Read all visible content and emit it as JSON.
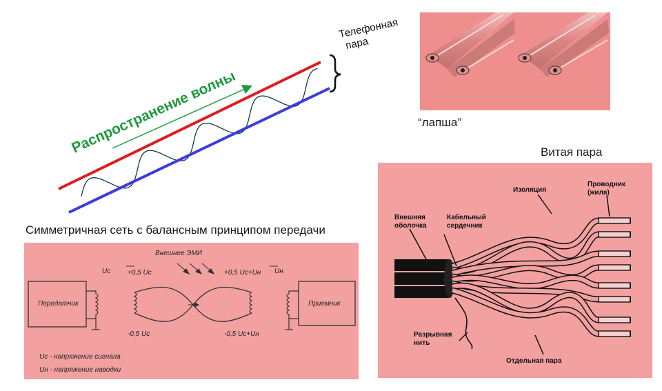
{
  "wave": {
    "label": "Распространение волны",
    "pair_label_line1": "Телефонная",
    "pair_label_line2": "пара",
    "colors": {
      "red": "#e01b1b",
      "blue": "#3b3bdf",
      "green": "#1e9a3a",
      "wave": "#123a44"
    }
  },
  "lapsha": {
    "caption": "“лапша”",
    "bg": "#ee8f8e"
  },
  "symmetric": {
    "caption": "Симметричная сеть с балансным принципом передачи",
    "bg": "#f2a0a0",
    "transmitter": "Передатчик",
    "receiver": "Приемник",
    "uc": "Uc",
    "un": "Uн",
    "emi": "Внешнее ЭМИ",
    "plus_uc": "+0,5 Uc",
    "minus_uc": "-0,5 Uc",
    "plus_uc_un": "+0,5 Uc+Uн",
    "minus_uc_un": "-0,5 Uc+Uн",
    "legend_uc": "Uc - напряжение сигнала",
    "legend_un": "Uн - напряжение наводки"
  },
  "twisted": {
    "caption": "Витая пара",
    "bg": "#f2a0a0",
    "insulation": "Изоляция",
    "conductor_line1": "Проводник",
    "conductor_line2": "(жила)",
    "sheath_line1": "Внешняя",
    "sheath_line2": "оболочка",
    "core_line1": "Кабельный",
    "core_line2": "сердечник",
    "ripcord_line1": "Разрывная",
    "ripcord_line2": "нить",
    "single_pair": "Отдельная пара"
  }
}
